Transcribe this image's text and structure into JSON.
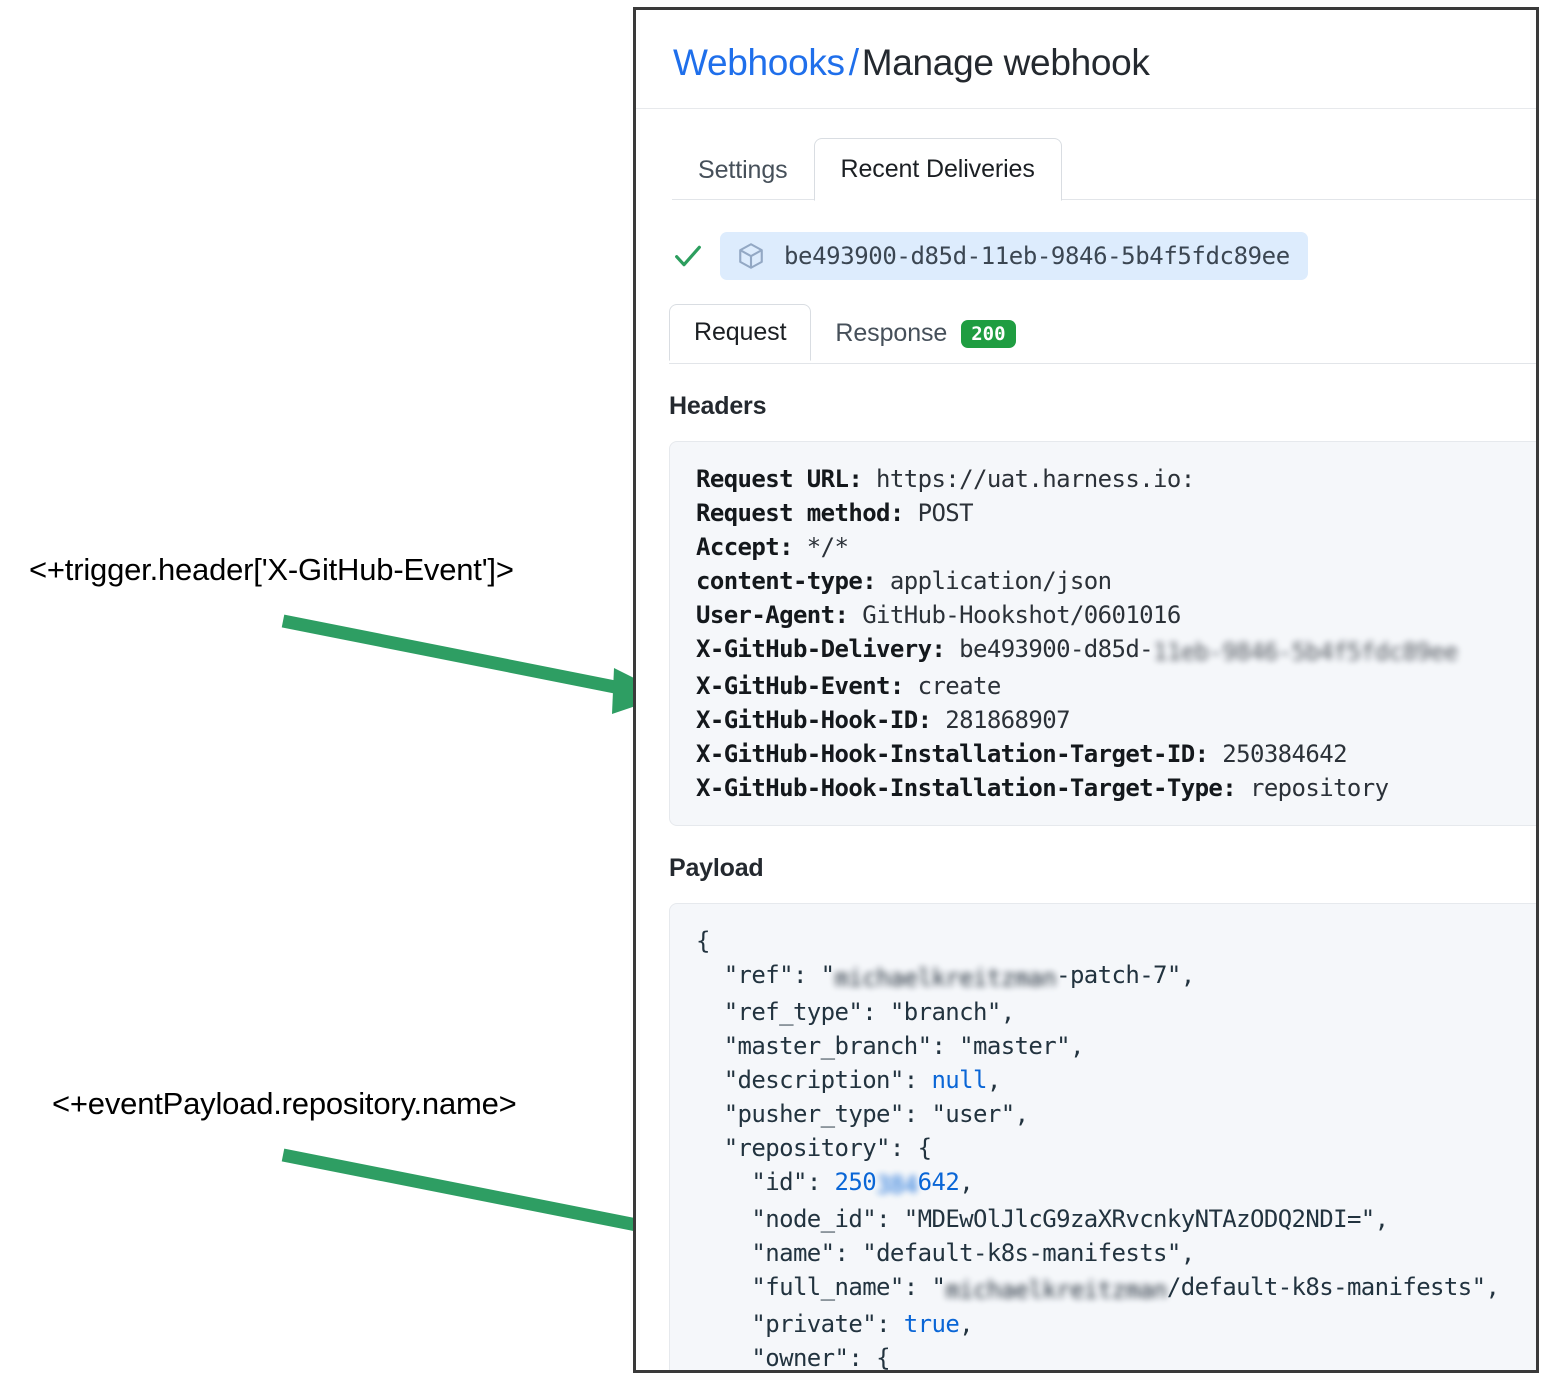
{
  "annotations": [
    {
      "id": "trigger-header",
      "text": "<+trigger.header['X-GitHub-Event']>"
    },
    {
      "id": "event-payload",
      "text": "<+eventPayload.repository.name>"
    }
  ],
  "arrow_color": "#2e9e63",
  "panel": {
    "breadcrumb": {
      "parent": "Webhooks",
      "separator": "/",
      "current": "Manage webhook"
    },
    "tabs": [
      {
        "label": "Settings",
        "active": false
      },
      {
        "label": "Recent Deliveries",
        "active": true
      }
    ],
    "delivery": {
      "status_icon": "check-icon",
      "cube_icon": "cube-icon",
      "guid": "be493900-d85d-11eb-9846-5b4f5fdc89ee"
    },
    "subtabs": [
      {
        "label": "Request",
        "active": true,
        "badge": null
      },
      {
        "label": "Response",
        "active": false,
        "badge": "200"
      }
    ],
    "badge_color": "#1f9d41",
    "headers": {
      "title": "Headers",
      "rows": [
        {
          "name": "Request URL:",
          "value": "https://uat.harness.io:",
          "redacted": ""
        },
        {
          "name": "Request method:",
          "value": "POST",
          "redacted": ""
        },
        {
          "name": "Accept:",
          "value": "*/*",
          "redacted": ""
        },
        {
          "name": "content-type:",
          "value": "application/json",
          "redacted": ""
        },
        {
          "name": "User-Agent:",
          "value": "GitHub-Hookshot/0601016",
          "redacted": ""
        },
        {
          "name": "X-GitHub-Delivery:",
          "value": "be493900-d85d-",
          "redacted": "11eb-9846-5b4f5fdc89ee"
        },
        {
          "name": "X-GitHub-Event:",
          "value": "create",
          "redacted": ""
        },
        {
          "name": "X-GitHub-Hook-ID:",
          "value": "281868907",
          "redacted": ""
        },
        {
          "name": "X-GitHub-Hook-Installation-Target-ID:",
          "value": "250384642",
          "redacted": ""
        },
        {
          "name": "X-GitHub-Hook-Installation-Target-Type:",
          "value": "repository",
          "redacted": ""
        }
      ]
    },
    "payload": {
      "title": "Payload",
      "lines": [
        {
          "indent": 0,
          "parts": [
            {
              "t": "{",
              "c": "jpun"
            }
          ]
        },
        {
          "indent": 1,
          "parts": [
            {
              "t": "\"ref\"",
              "c": "jkey"
            },
            {
              "t": ": ",
              "c": "jpun"
            },
            {
              "t": "\"",
              "c": "jstr"
            },
            {
              "t": "michaelkreitzman",
              "c": "redact-dark"
            },
            {
              "t": "-patch-7\"",
              "c": "jstr"
            },
            {
              "t": ",",
              "c": "jpun"
            }
          ]
        },
        {
          "indent": 1,
          "parts": [
            {
              "t": "\"ref_type\"",
              "c": "jkey"
            },
            {
              "t": ": ",
              "c": "jpun"
            },
            {
              "t": "\"branch\"",
              "c": "jstr"
            },
            {
              "t": ",",
              "c": "jpun"
            }
          ]
        },
        {
          "indent": 1,
          "parts": [
            {
              "t": "\"master_branch\"",
              "c": "jkey"
            },
            {
              "t": ": ",
              "c": "jpun"
            },
            {
              "t": "\"master\"",
              "c": "jstr"
            },
            {
              "t": ",",
              "c": "jpun"
            }
          ]
        },
        {
          "indent": 1,
          "parts": [
            {
              "t": "\"description\"",
              "c": "jkey"
            },
            {
              "t": ": ",
              "c": "jpun"
            },
            {
              "t": "null",
              "c": "jlit"
            },
            {
              "t": ",",
              "c": "jpun"
            }
          ]
        },
        {
          "indent": 1,
          "parts": [
            {
              "t": "\"pusher_type\"",
              "c": "jkey"
            },
            {
              "t": ": ",
              "c": "jpun"
            },
            {
              "t": "\"user\"",
              "c": "jstr"
            },
            {
              "t": ",",
              "c": "jpun"
            }
          ]
        },
        {
          "indent": 1,
          "parts": [
            {
              "t": "\"repository\"",
              "c": "jkey"
            },
            {
              "t": ": ",
              "c": "jpun"
            },
            {
              "t": "{",
              "c": "jpun"
            }
          ]
        },
        {
          "indent": 2,
          "parts": [
            {
              "t": "\"id\"",
              "c": "jkey"
            },
            {
              "t": ": ",
              "c": "jpun"
            },
            {
              "t": "250",
              "c": "jnum"
            },
            {
              "t": "384",
              "c": "redact-blue"
            },
            {
              "t": "642",
              "c": "jnum"
            },
            {
              "t": ",",
              "c": "jpun"
            }
          ]
        },
        {
          "indent": 2,
          "parts": [
            {
              "t": "\"node_id\"",
              "c": "jkey"
            },
            {
              "t": ": ",
              "c": "jpun"
            },
            {
              "t": "\"MDEwOlJlcG9zaXRvcnkyNTAzODQ2NDI=\"",
              "c": "jstr"
            },
            {
              "t": ",",
              "c": "jpun"
            }
          ]
        },
        {
          "indent": 2,
          "parts": [
            {
              "t": "\"name\"",
              "c": "jkey"
            },
            {
              "t": ": ",
              "c": "jpun"
            },
            {
              "t": "\"default-k8s-manifests\"",
              "c": "jstr"
            },
            {
              "t": ",",
              "c": "jpun"
            }
          ]
        },
        {
          "indent": 2,
          "parts": [
            {
              "t": "\"full_name\"",
              "c": "jkey"
            },
            {
              "t": ": ",
              "c": "jpun"
            },
            {
              "t": "\"",
              "c": "jstr"
            },
            {
              "t": "michaelkreitzman",
              "c": "redact-dark"
            },
            {
              "t": "/default-k8s-manifests\"",
              "c": "jstr"
            },
            {
              "t": ",",
              "c": "jpun"
            }
          ]
        },
        {
          "indent": 2,
          "parts": [
            {
              "t": "\"private\"",
              "c": "jkey"
            },
            {
              "t": ": ",
              "c": "jpun"
            },
            {
              "t": "true",
              "c": "jlit"
            },
            {
              "t": ",",
              "c": "jpun"
            }
          ]
        },
        {
          "indent": 2,
          "parts": [
            {
              "t": "\"owner\"",
              "c": "jkey"
            },
            {
              "t": ": ",
              "c": "jpun"
            },
            {
              "t": "{",
              "c": "jpun"
            }
          ]
        }
      ]
    }
  }
}
